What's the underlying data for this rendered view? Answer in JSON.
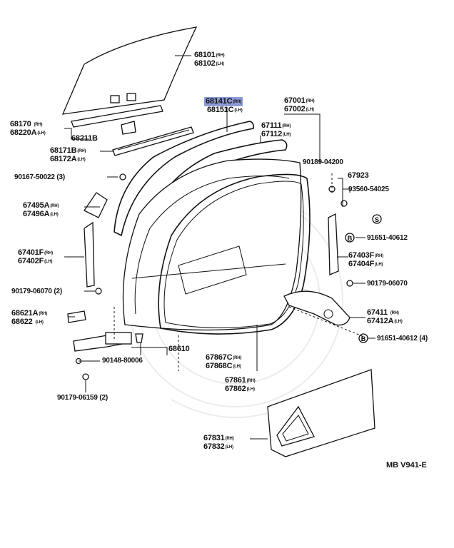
{
  "parts": {
    "p68101": "68101",
    "p68101_sfx": "(RH)",
    "p68102": "68102",
    "p68102_sfx": "(LH)",
    "p68141C": "68141C",
    "p68141C_sfx": "(RH)",
    "p68151C": "68151C",
    "p68151C_sfx": "(LH)",
    "p67001": "67001",
    "p67001_sfx": "(RH)",
    "p67002": "67002",
    "p67002_sfx": "(LH)",
    "p68170": "68170",
    "p68170_sfx": "(RH)",
    "p68220A": "68220A",
    "p68220A_sfx": "(LH)",
    "p68211B": "68211B",
    "p67111": "67111",
    "p67111_sfx": "(RH)",
    "p67112": "67112",
    "p67112_sfx": "(LH)",
    "p68171B": "68171B",
    "p68171B_sfx": "(RH)",
    "p68172A": "68172A",
    "p68172A_sfx": "(LH)",
    "p90189": "90189-04200",
    "p90167": "90167-50022 (3)",
    "p67923": "67923",
    "p93560": "93560-54025",
    "p67495A": "67495A",
    "p67495A_sfx": "(RH)",
    "p67496A": "67496A",
    "p67496A_sfx": "(LH)",
    "p91651a": "91651-40612",
    "p67401F": "67401F",
    "p67401F_sfx": "(RH)",
    "p67402F": "67402F",
    "p67402F_sfx": "(LH)",
    "p67403F": "67403F",
    "p67403F_sfx": "(RH)",
    "p67404F": "67404F",
    "p67404F_sfx": "(LH)",
    "p90179a": "90179-06070 (2)",
    "p90179b": "90179-06070",
    "p68621A": "68621A",
    "p68621A_sfx": "(RH)",
    "p68622": "68622",
    "p68622_sfx": "(LH)",
    "p67411": "67411",
    "p67411_sfx": "(RH)",
    "p67412A": "67412A",
    "p67412A_sfx": "(LH)",
    "p91651b": "91651-40612 (4)",
    "p68610": "68610",
    "p90148": "90148-80006",
    "p67867C": "67867C",
    "p67867C_sfx": "(RH)",
    "p67868C": "67868C",
    "p67868C_sfx": "(LH)",
    "p67861": "67861",
    "p67861_sfx": "(RH)",
    "p67862": "67862",
    "p67862_sfx": "(LH)",
    "p90179c": "90179-06159 (2)",
    "p67831": "67831",
    "p67831_sfx": "(RH)",
    "p67832": "67832",
    "p67832_sfx": "(LH)",
    "marker_s": "S",
    "marker_b": "B"
  },
  "reference_code": "MB V941-E",
  "highlight_color": "#8e9ad6"
}
